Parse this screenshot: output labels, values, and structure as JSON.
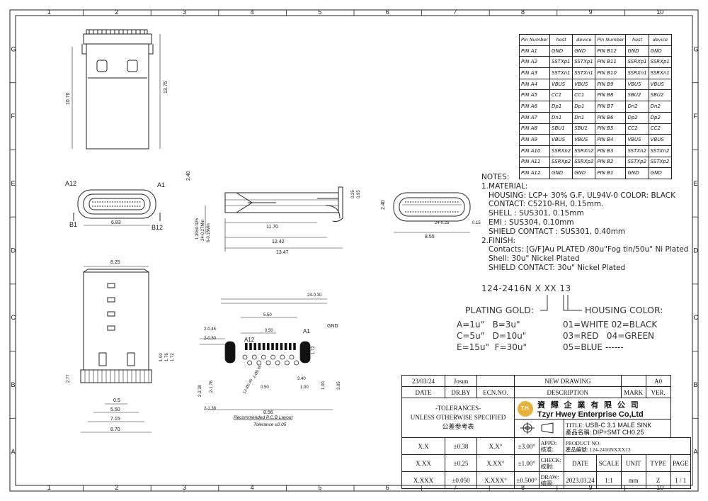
{
  "sheet": {
    "col_labels": [
      "1",
      "2",
      "3",
      "4",
      "5",
      "6",
      "7",
      "8",
      "9",
      "10"
    ],
    "row_labels": [
      "G",
      "F",
      "E",
      "D",
      "C",
      "B",
      "A"
    ]
  },
  "pin_table": {
    "headers": [
      "Pin Number",
      "host",
      "device",
      "Pin Number",
      "host",
      "device"
    ],
    "rows": [
      [
        "PIN A1",
        "GND",
        "GND",
        "PIN B12",
        "GND",
        "GND"
      ],
      [
        "PIN A2",
        "SSTXp1",
        "SSTXp1",
        "PIN B11",
        "SSRXp1",
        "SSRXp1"
      ],
      [
        "PIN A3",
        "SSTXn1",
        "SSTXn1",
        "PIN B10",
        "SSRXn1",
        "SSRXn1"
      ],
      [
        "PIN A4",
        "VBUS",
        "VBUS",
        "PIN B9",
        "VBUS",
        "VBUS"
      ],
      [
        "PIN A5",
        "CC1",
        "CC1",
        "PIN B8",
        "SBU2",
        "SBU2"
      ],
      [
        "PIN A6",
        "Dp1",
        "Dp1",
        "PIN B7",
        "Dn2",
        "Dn2"
      ],
      [
        "PIN A7",
        "Dn1",
        "Dn1",
        "PIN B6",
        "Dp2",
        "Dp2"
      ],
      [
        "PIN A8",
        "SBU1",
        "SBU1",
        "PIN B5",
        "CC2",
        "CC2"
      ],
      [
        "PIN A9",
        "VBUS",
        "VBUS",
        "PIN B4",
        "VBUS",
        "VBUS"
      ],
      [
        "PIN A10",
        "SSRXn2",
        "SSRXn2",
        "PIN B3",
        "SSTXn2",
        "SSTXn2"
      ],
      [
        "PIN A11",
        "SSRXp2",
        "SSRXp2",
        "PIN B2",
        "SSTXp2",
        "SSTXp2"
      ],
      [
        "PIN A12",
        "GND",
        "GND",
        "PIN B1",
        "GND",
        "GND"
      ]
    ]
  },
  "notes": {
    "text": "NOTES:\n1.MATERIAL:\n   HOUSING: LCP+ 30% G.F, UL94V-0 COLOR: BLACK\n   CONTACT: C5210-RH, 0.15mm.\n   SHELL : SUS301, 0.15mm\n   EMI : SUS304, 0.10mm\n   SHIELD CONTACT : SUS301, 0.40mm\n2.FINISH:\n   Contacts: [G/F]Au PLATED /80u\"Fog tin/50u\" Ni Plated\n   Shell: 30u\" Nickel Plated\n   SHIELD CONTACT: 30u\" Nickel Plated"
  },
  "part_code": {
    "code": "124-2416N X XX 13",
    "plating_label": "PLATING GOLD:",
    "housing_label": "HOUSING COLOR:",
    "plating_options": "A=1u\"   B=3u\"\nC=5u\"   D=10u\"\nE=15u\"  F=30u\"",
    "housing_options": "01=WHITE 02=BLACK\n03=RED   04=GREEN\n05=BLUE ------"
  },
  "dimensions": {
    "top_view": [
      "10.70",
      "13.75"
    ],
    "front_view": [
      "A12",
      "A1",
      "B1",
      "B12",
      "6.83",
      "2.40"
    ],
    "side_view": [
      "11.70",
      "12.42",
      "13.47",
      "1.30±0.025",
      "24-0.27Min",
      "6-0.18Min",
      "0.25",
      "0.95"
    ],
    "end_view": [
      "2.40",
      "24-0.25",
      "0.15",
      "8.55"
    ],
    "bottom_view": [
      "8.25",
      "2.77",
      "1.00",
      "1.76",
      "1.72",
      "0.5",
      "5.50",
      "7.15",
      "8.70"
    ],
    "pcb": [
      "24-0.30",
      "GND",
      "5.50",
      "A1",
      "A12",
      "0.50",
      "2-0.45",
      "2-0.50",
      "3.40",
      "1.72",
      "2-2.30",
      "2-1.76",
      "12-Ø0.45",
      "2-Ø0.65",
      "0.50",
      "1.00",
      "1.00",
      "3.05",
      "2-1.38",
      "8.56"
    ],
    "pcb_caption": "Recommended P.C.B Layout",
    "pcb_tolerance": "Tolerance ±0.05"
  },
  "title_block": {
    "rev_date": "23/03/24",
    "rev_by": "Josun",
    "rev_desc": "NEW DRAWING",
    "rev_ver": "A0",
    "h_date": "DATE",
    "h_drby": "DR.BY",
    "h_ecn": "ECN.NO.",
    "h_desc": "DESCRIPTION",
    "h_mark": "MARK",
    "h_ver": "VER.",
    "tol_title": "-TOLERANCES-",
    "tol_sub": "UNLESS OTHERWISE SPECIFIED",
    "tol_cn": "公差参考表",
    "company_cn": "資 輝 企 業 有 限 公 司",
    "company_en": "Tzyr Hwey Enterprise Co,Ltd",
    "logo_text": "T.H.",
    "title_label": "TITLE:",
    "title_cn": "產品名稱:",
    "title_value1": "USB-C 3.1 MALE SINK",
    "title_value2": "DIP+SMT CH0.25",
    "tol_rows": [
      [
        "X.X",
        "±0.38",
        "X.X°",
        "±3.00°"
      ],
      [
        "X.XX",
        "±0.25",
        "X.XX°",
        "±1.00°"
      ],
      [
        "X.XXX",
        "±0.050",
        "X.XXX°",
        "±0.500°"
      ]
    ],
    "appd": "APPD:",
    "appd_cn": "核准:",
    "check": "CHECK:",
    "check_cn": "校對:",
    "draw": "DRAW:",
    "draw_cn": "繪圖:",
    "product_no_label": "PRODUCT NO:",
    "product_no_cn": "產品編號:",
    "product_no": "124-2416NXXX13",
    "h_date2": "DATE",
    "h_scale": "SCALE",
    "h_unit": "UNIT",
    "h_type": "TYPE",
    "h_page": "PAGE",
    "date": "2023.03.24",
    "scale": "1:1",
    "unit": "mm",
    "type": "Z",
    "page": "1 / 1"
  }
}
